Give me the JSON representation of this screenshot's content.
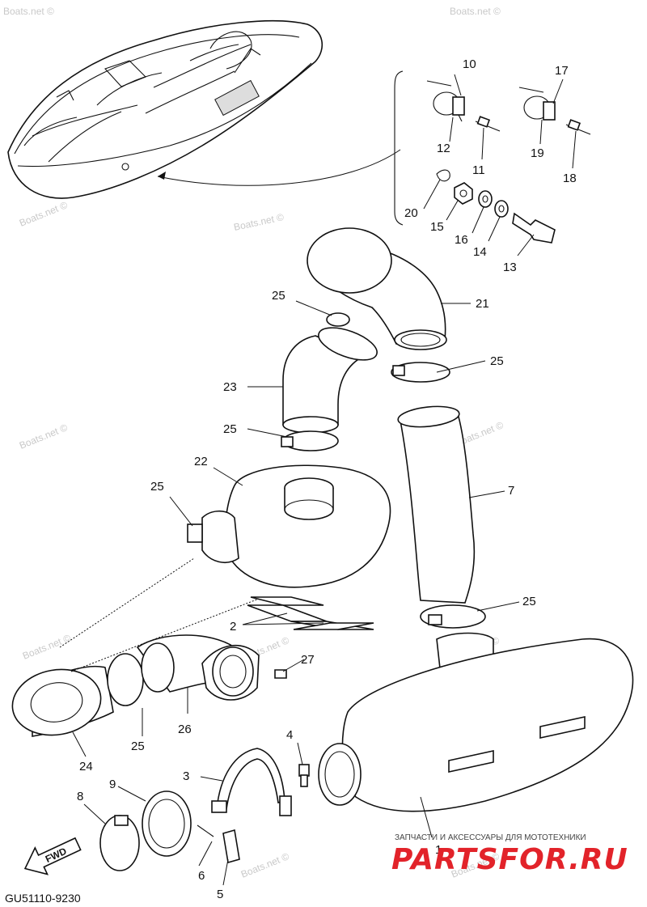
{
  "diagram": {
    "code": "GU51110-9230",
    "watermark": "Boats.net ©",
    "forward_label": "FWD",
    "callouts": [
      "1",
      "2",
      "3",
      "4",
      "5",
      "6",
      "7",
      "8",
      "9",
      "10",
      "11",
      "12",
      "13",
      "14",
      "15",
      "16",
      "17",
      "18",
      "19",
      "20",
      "21",
      "22",
      "23",
      "24",
      "25",
      "26",
      "27"
    ]
  },
  "branding": {
    "tagline": "ЗАПЧАСТИ И АКСЕССУАРЫ ДЛЯ МОТОТЕХНИКИ",
    "logo_text": "PARTSFOR.RU",
    "logo_color": "#e2232a"
  }
}
